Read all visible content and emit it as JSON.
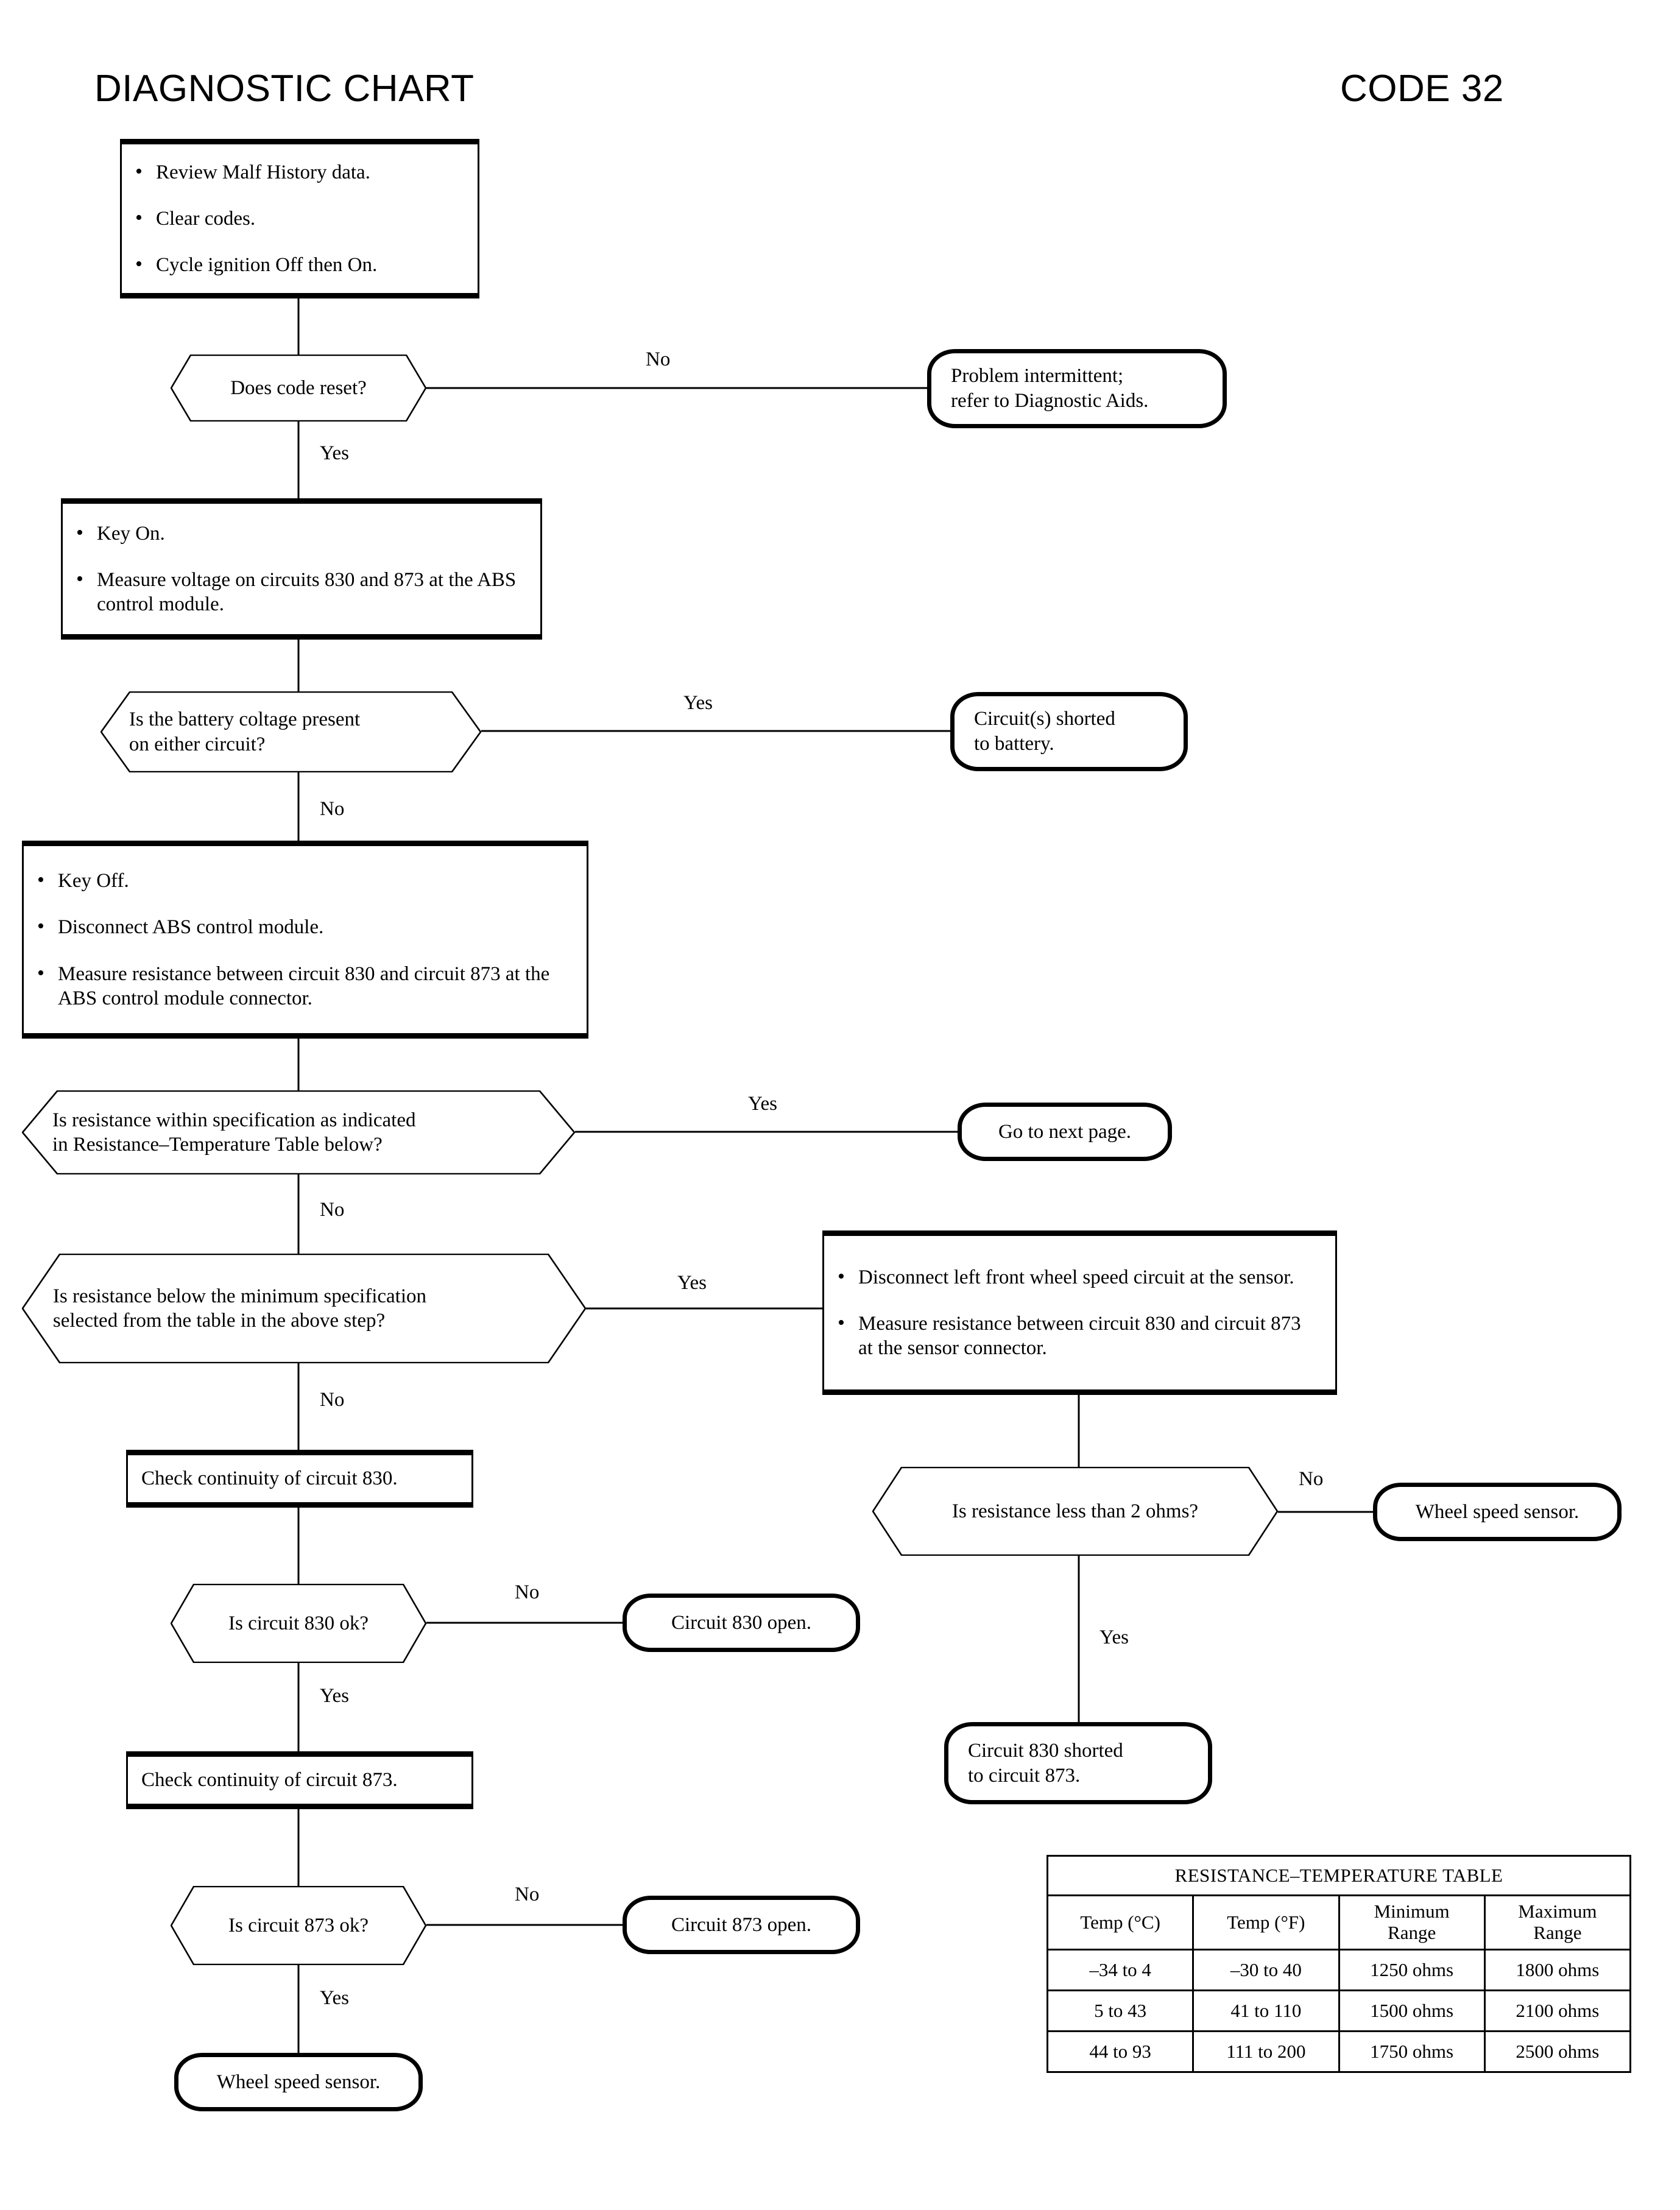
{
  "header": {
    "title": "DIAGNOSTIC CHART",
    "code": "CODE 32"
  },
  "nodes": {
    "start_box": {
      "type": "process",
      "bullets": [
        "Review Malf History data.",
        "Clear codes.",
        "Cycle ignition Off then On."
      ]
    },
    "d_code_reset": {
      "type": "decision",
      "text": "Does code reset?"
    },
    "t_intermittent": {
      "type": "terminal",
      "line1": "Problem intermittent;",
      "line2": "refer to Diagnostic Aids."
    },
    "p_key_on": {
      "type": "process",
      "bullets": [
        "Key On.",
        "Measure voltage on circuits 830 and 873 at the ABS control module."
      ]
    },
    "d_battery_voltage": {
      "type": "decision",
      "line1": "Is the battery coltage present",
      "line2": "on either circuit?"
    },
    "t_shorted_battery": {
      "type": "terminal",
      "line1": "Circuit(s) shorted",
      "line2": "to battery."
    },
    "p_key_off": {
      "type": "process",
      "bullets": [
        "Key Off.",
        "Disconnect ABS control module.",
        "Measure resistance between circuit 830 and circuit 873 at the ABS control module connector."
      ]
    },
    "d_within_spec": {
      "type": "decision",
      "line1": "Is resistance within specification as indicated",
      "line2": "in Resistance–Temperature Table below?"
    },
    "t_next_page": {
      "type": "terminal",
      "text": "Go to next page."
    },
    "d_below_min": {
      "type": "decision",
      "line1": "Is resistance below the minimum specification",
      "line2": "selected from the table in the above step?"
    },
    "p_disconnect_sensor": {
      "type": "process",
      "bullets": [
        "Disconnect left front wheel speed circuit at the sensor.",
        "Measure resistance between circuit 830 and circuit 873 at the sensor connector."
      ]
    },
    "d_less_2_ohms": {
      "type": "decision",
      "text": "Is resistance less than 2 ohms?"
    },
    "t_wheel_sensor_right": {
      "type": "terminal",
      "text": "Wheel speed sensor."
    },
    "t_830_shorted_873": {
      "type": "terminal",
      "line1": "Circuit 830 shorted",
      "line2": "to circuit 873."
    },
    "p_continuity_830": {
      "type": "process",
      "text": "Check continuity of circuit 830."
    },
    "d_830_ok": {
      "type": "decision",
      "text": "Is circuit 830 ok?"
    },
    "t_830_open": {
      "type": "terminal",
      "text": "Circuit 830 open."
    },
    "p_continuity_873": {
      "type": "process",
      "text": "Check continuity of circuit 873."
    },
    "d_873_ok": {
      "type": "decision",
      "text": "Is circuit 873 ok?"
    },
    "t_873_open": {
      "type": "terminal",
      "text": "Circuit 873 open."
    },
    "t_wheel_sensor_bottom": {
      "type": "terminal",
      "text": "Wheel speed sensor."
    }
  },
  "branch_labels": {
    "code_reset_no": "No",
    "code_reset_yes": "Yes",
    "battery_yes": "Yes",
    "battery_no": "No",
    "within_spec_yes": "Yes",
    "within_spec_no": "No",
    "below_min_yes": "Yes",
    "below_min_no": "No",
    "less2_no": "No",
    "less2_yes": "Yes",
    "c830_no": "No",
    "c830_yes": "Yes",
    "c873_no": "No",
    "c873_yes": "Yes"
  },
  "resistance_table": {
    "title": "RESISTANCE–TEMPERATURE TABLE",
    "headers": [
      "Temp (°C)",
      "Temp (°F)",
      "Minimum Range",
      "Maximum Range"
    ],
    "header_lines": [
      [
        "Temp (°C)",
        ""
      ],
      [
        "Temp (°F)",
        ""
      ],
      [
        "Minimum",
        "Range"
      ],
      [
        "Maximum",
        "Range"
      ]
    ],
    "rows": [
      [
        "–34 to 4",
        "–30 to 40",
        "1250 ohms",
        "1800 ohms"
      ],
      [
        "5 to 43",
        "41 to 110",
        "1500 ohms",
        "2100 ohms"
      ],
      [
        "44 to 93",
        "111 to 200",
        "1750 ohms",
        "2500 ohms"
      ]
    ]
  },
  "colors": {
    "ink": "#000000",
    "paper": "#ffffff"
  }
}
